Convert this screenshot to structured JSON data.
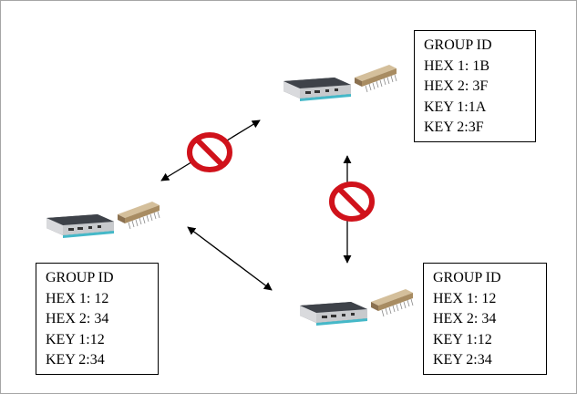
{
  "boxes": {
    "top": {
      "lines": [
        "GROUP ID",
        "HEX 1: 1B",
        "HEX 2: 3F",
        "KEY 1:1A",
        "KEY 2:3F"
      ]
    },
    "left": {
      "lines": [
        "GROUP ID",
        "HEX 1: 12",
        "HEX 2: 34",
        "KEY 1:12",
        "KEY 2:34"
      ]
    },
    "right": {
      "lines": [
        "GROUP ID",
        "HEX 1: 12",
        "HEX 2: 34",
        "KEY 1:12",
        "KEY 2:34"
      ]
    }
  },
  "colors": {
    "no_sign": "#d0121b",
    "arrow": "#000000",
    "device_teal": "#45b8c8",
    "module_tan": "#b79a70"
  },
  "icons": {
    "device": "gateway-device-icon",
    "module": "radio-module-icon",
    "blocked": "no-entry-icon"
  }
}
